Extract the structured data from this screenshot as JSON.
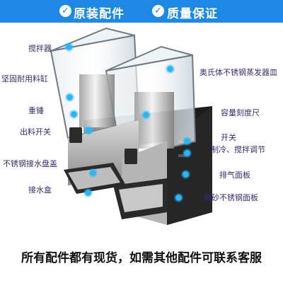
{
  "banner": {
    "left_text": "原装配件",
    "right_text": "质量保证",
    "color": "#1e88e5"
  },
  "labels": {
    "stirrer": "搅拌器",
    "tank": "坚固耐用料缸",
    "weight": "重锤",
    "tap_switch": "出料开关",
    "drip_cover": "不锈钢接水盘盖",
    "drip_box": "接水盒",
    "evaporator": "奥氏体不锈钢蒸发器皿",
    "scale": "容量刻度尺",
    "switch": "开关",
    "cool_stir": "制冷、搅拌调节",
    "vent": "排气面板",
    "side_panel": "磨砂不锈钢面板"
  },
  "caption": "所有配件都有现货，如需其他配件可联系客服",
  "colors": {
    "marker": "#29b6f6",
    "label_text": "#3a2a6a",
    "body_black": "#1c1c1c"
  }
}
